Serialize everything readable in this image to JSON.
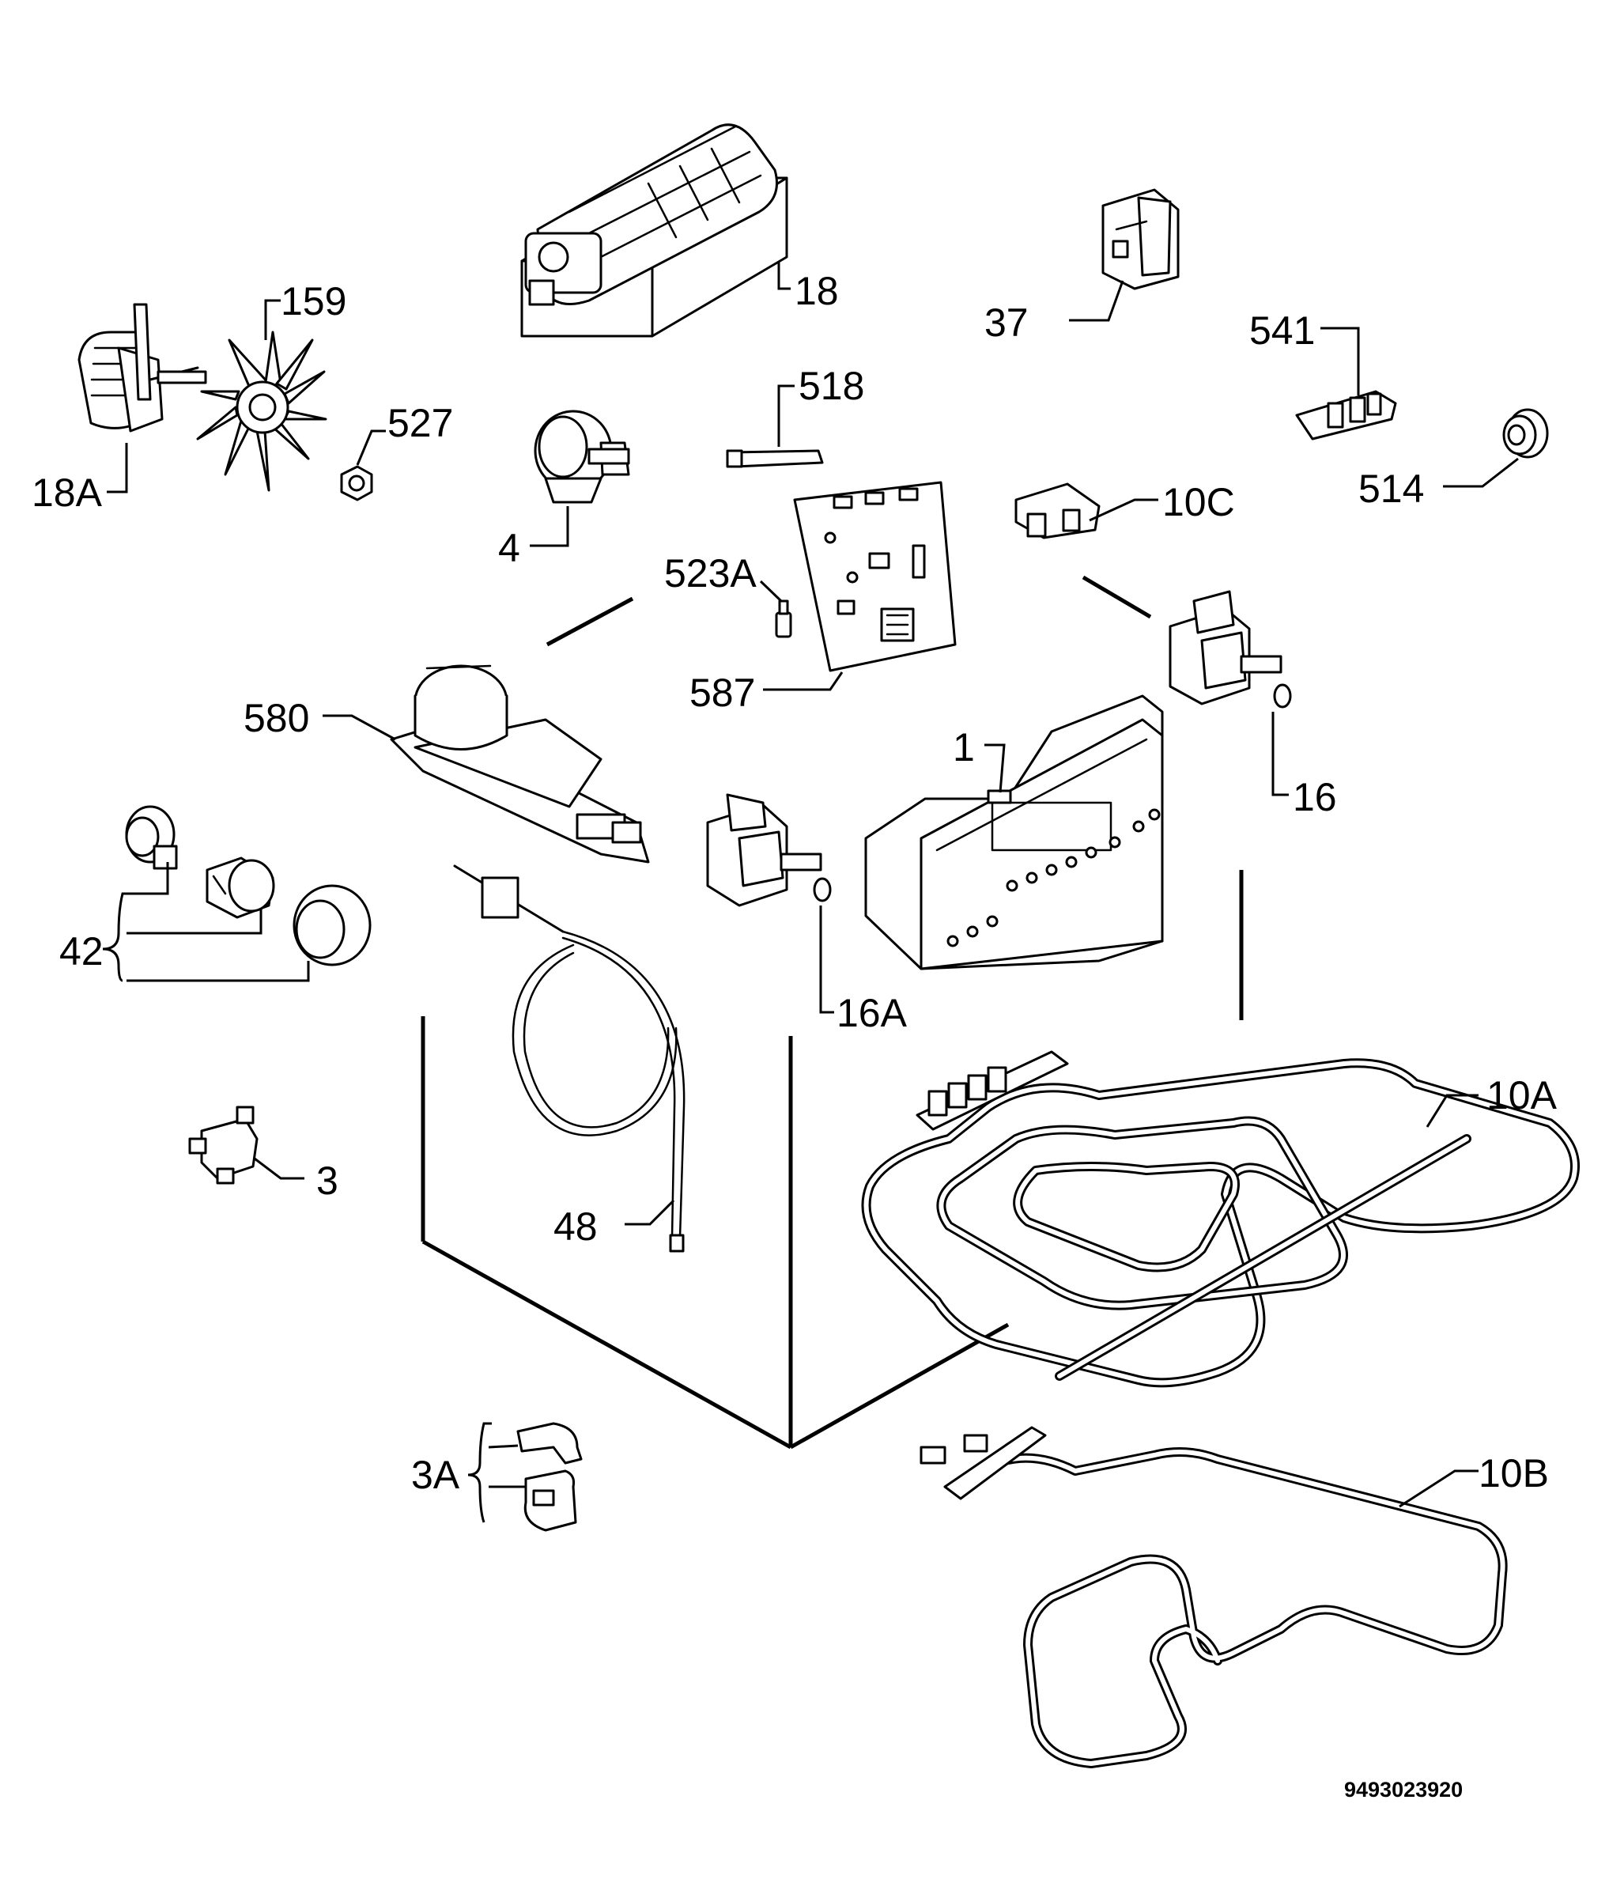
{
  "drawing_number": "9493023920",
  "callouts": {
    "c1": "1",
    "c3": "3",
    "c3a": "3A",
    "c4": "4",
    "c10a": "10A",
    "c10b": "10B",
    "c10c": "10C",
    "c16": "16",
    "c16a": "16A",
    "c18": "18",
    "c18a": "18A",
    "c37": "37",
    "c42": "42",
    "c48": "48",
    "c159": "159",
    "c514": "514",
    "c518": "518",
    "c523a": "523A",
    "c527": "527",
    "c541": "541",
    "c580": "580",
    "c587": "587"
  }
}
